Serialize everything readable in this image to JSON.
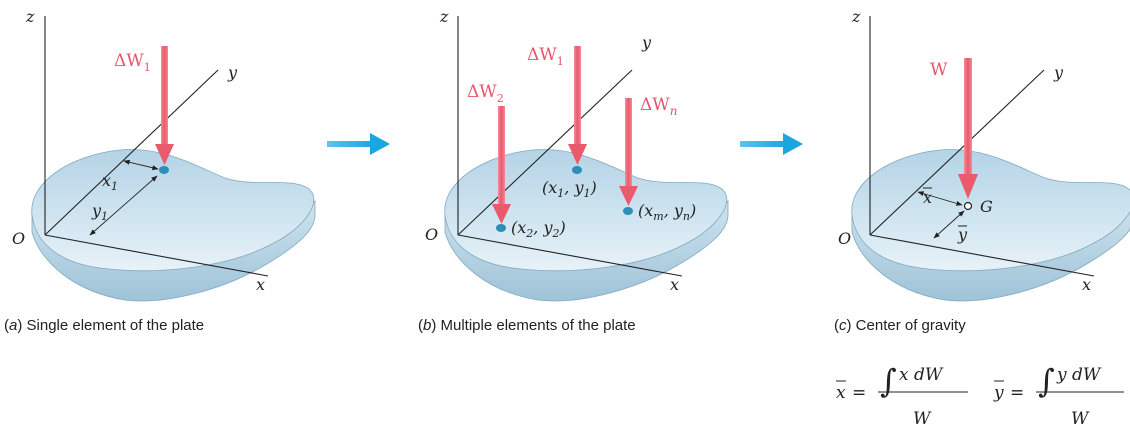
{
  "panel_a": {
    "axis_z": "z",
    "axis_y": "y",
    "axis_x": "x",
    "origin": "O",
    "force_label": "ΔW",
    "force_sub": "1",
    "dist_x": "x",
    "dist_x_sub": "1",
    "dist_y": "y",
    "dist_y_sub": "1",
    "caption_letter": "a",
    "caption_text": "Single element of the plate"
  },
  "panel_b": {
    "axis_z": "z",
    "axis_y": "y",
    "axis_x": "x",
    "origin": "O",
    "force1_label": "ΔW",
    "force1_sub": "1",
    "force2_label": "ΔW",
    "force2_sub": "2",
    "forcen_label": "ΔW",
    "forcen_sub": "n",
    "point1": "(x",
    "point1_sub1": "1",
    "point1_mid": ", y",
    "point1_sub2": "1",
    "point1_end": ")",
    "point2": "(x",
    "point2_sub1": "2",
    "point2_mid": ", y",
    "point2_sub2": "2",
    "point2_end": ")",
    "pointn": "(x",
    "pointn_sub1": "m",
    "pointn_mid": ", y",
    "pointn_sub2": "n",
    "pointn_end": ")",
    "caption_letter": "b",
    "caption_text": "Multiple elements of the plate"
  },
  "panel_c": {
    "axis_z": "z",
    "axis_y": "y",
    "axis_x": "x",
    "origin": "O",
    "force_label": "W",
    "centroid_label": "G",
    "dist_x": "x",
    "dist_y": "y",
    "caption_letter": "c",
    "caption_text": "Center of gravity"
  },
  "equations": {
    "xbar": "x",
    "ybar": "y",
    "equals": "=",
    "integral": "∫",
    "num_x": "x dW",
    "num_y": "y dW",
    "denominator": "W"
  },
  "colors": {
    "force_arrow": "#ef6b7b",
    "flow_arrow": "#1ba6e0",
    "plate_top": "#c3dcea",
    "plate_edge": "#a6c8dc",
    "point": "#2d8fb8"
  }
}
